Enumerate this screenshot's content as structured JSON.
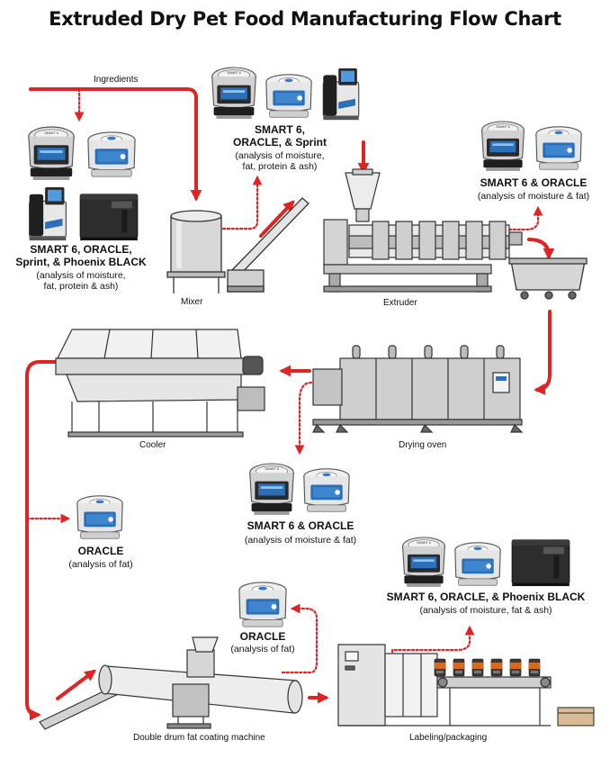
{
  "title": "Extruded Dry Pet Food Manufacturing Flow Chart",
  "colors": {
    "flow_arrow": "#e02424",
    "equipment": "#d9d9d9",
    "outline": "#333333",
    "instrument_screen": "#2b6fb8",
    "phoenix": "#2a2a2a"
  },
  "icons": [
    "smart6-analyzer-icon",
    "oracle-analyzer-icon",
    "sprint-analyzer-icon",
    "phoenix-black-analyzer-icon",
    "conveyor-box-icon"
  ],
  "labels": {
    "ingredients": "Ingredients",
    "mixer": "Mixer",
    "extruder": "Extruder",
    "cooler": "Cooler",
    "drying_oven": "Drying oven",
    "coating": "Double drum fat coating machine",
    "labeling": "Labeling/packaging"
  },
  "instrument_label": "SMART 6",
  "stations": {
    "ingredients": {
      "l1": "SMART 6, ORACLE,",
      "l2": "Sprint, & Phoenix BLACK",
      "s1": "(analysis of moisture,",
      "s2": "fat, protein & ash)"
    },
    "mixer": {
      "l1": "SMART 6,",
      "l2": "ORACLE, & Sprint",
      "s1": "(analysis of moisture,",
      "s2": "fat, protein & ash)"
    },
    "extruder": {
      "l1": "SMART 6 & ORACLE",
      "s1": "(analysis of moisture & fat)"
    },
    "oven": {
      "l1": "SMART 6 & ORACLE",
      "s1": "(analysis of moisture & fat)"
    },
    "cooler": {
      "l1": "ORACLE",
      "s1": "(analysis of fat)"
    },
    "coating": {
      "l1": "ORACLE",
      "s1": "(analysis of fat)"
    },
    "packaging": {
      "l1": "SMART 6, ORACLE, & Phoenix BLACK",
      "s1": "(analysis of moisture, fat & ash)"
    }
  }
}
